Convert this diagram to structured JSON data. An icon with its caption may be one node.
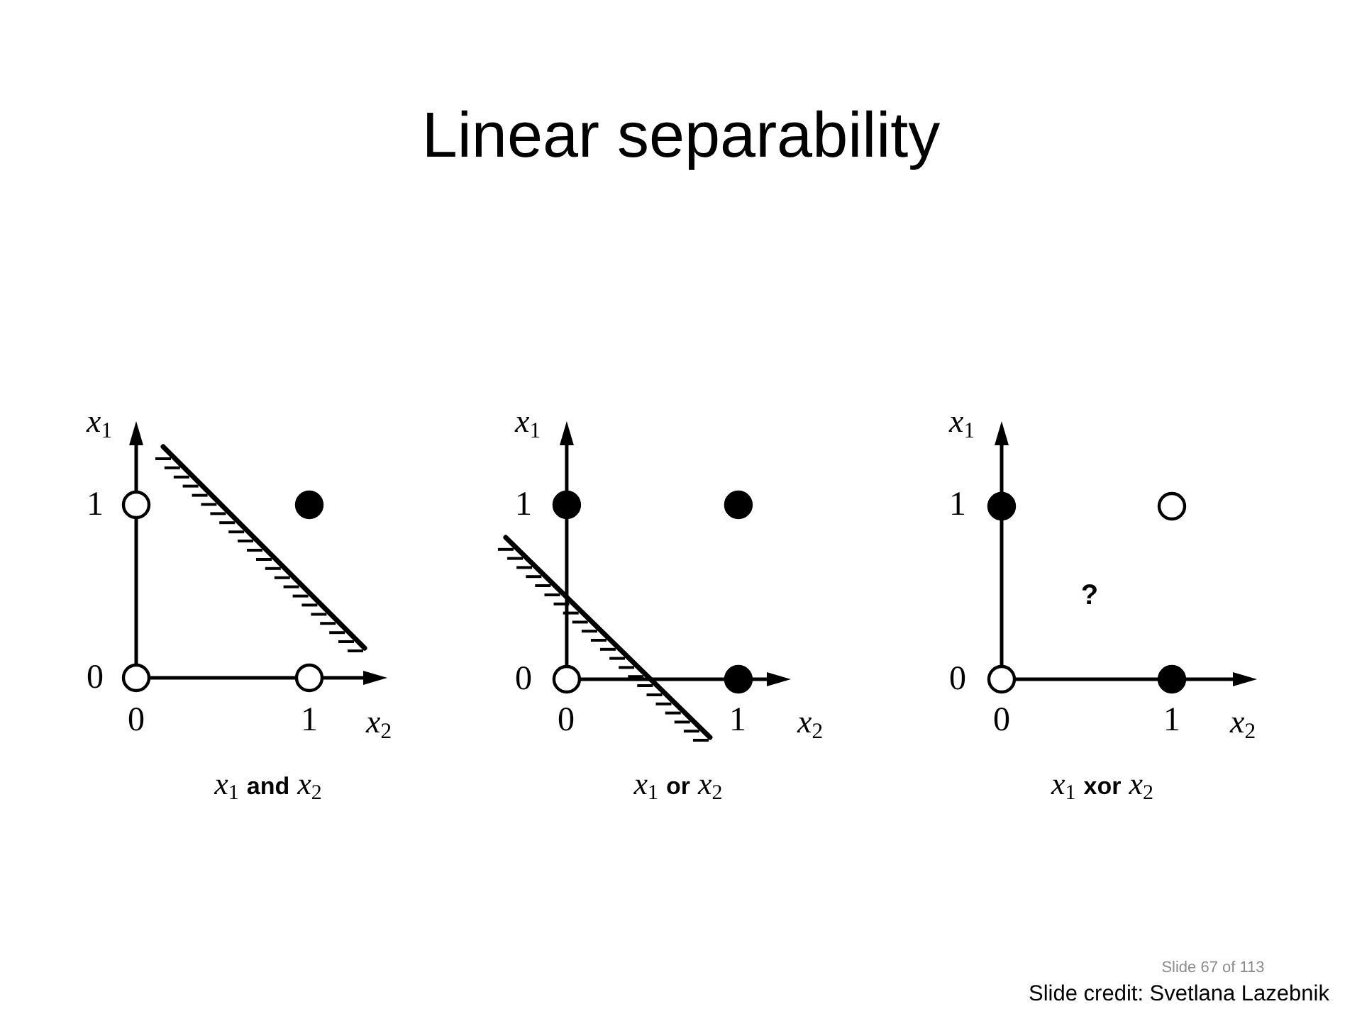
{
  "diagram": {
    "title": "Linear separability",
    "labels": [
      "*x*$_{1}$",
      "1",
      "0",
      "0",
      "1",
      "*x*$_{2}$",
      "*x*$_{1}$ **and** *x*$_{2}$",
      "*x*$_{1}$",
      "1",
      "0",
      "0",
      "1",
      "*x*$_{2}$",
      "*x*$_{1}$ **or** *x*$_{2}$",
      "*x*$_{1}$",
      "1",
      "?",
      "0",
      "0",
      "1",
      "*x*$_{2}$",
      "*x*$_{1}$ **xor** *x*$_{2}$",
      "Slide 67 of 113",
      "Slide credit: Svetlana Lazebnik"
    ]
  }
}
